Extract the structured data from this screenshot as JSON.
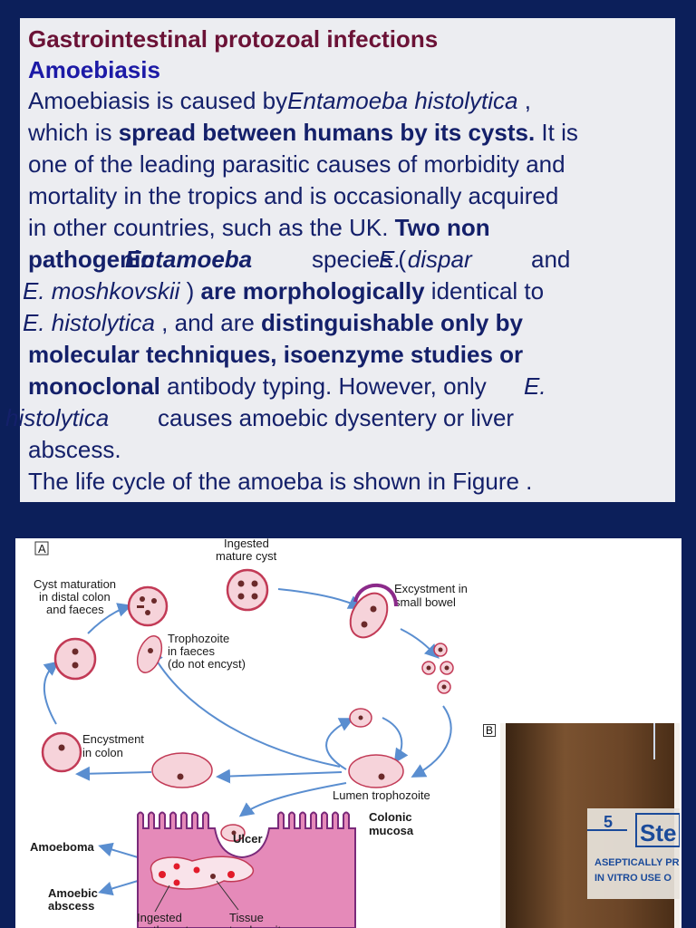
{
  "text": {
    "title": "Gastrointestinal protozoal infections",
    "subtitle": "Amoebiasis",
    "line1a": "Amoebiasis is caused by",
    "line1b": "Entamoeba histolytica",
    "line1c": " ,",
    "line2a": "which is ",
    "line2b": "spread between humans by its cysts.",
    "line2c": " It is",
    "line3": "one of the leading parasitic causes of morbidity and",
    "line4": "mortality in the tropics and is occasionally acquired",
    "line5a": "in other countries, such as the UK. ",
    "line5b": "Two non",
    "line6a": "pathogenic",
    "line6b": "Entamoeba",
    "line6c": "species (",
    "line6d": "E. dispar",
    "line6e": "and",
    "line7a": "E. moshkovskii",
    "line7b": " ) ",
    "line7c": "are morphologically",
    "line7d": " identical to",
    "line8a": "E. histolytica",
    "line8b": " , and are ",
    "line8c": "distinguishable only by",
    "line9": "molecular techniques, isoenzyme studies or",
    "line10a": "monoclonal",
    "line10b": " antibody typing. However, only ",
    "line10c": "E.",
    "line11a": "histolytica",
    "line11b": "causes amoebic dysentery or liver",
    "line12": "abscess.",
    "line13": "The life cycle of the amoeba is shown in Figure ."
  },
  "figure_a": {
    "panel_label": "A",
    "ingested_cyst": [
      "Ingested",
      "mature cyst"
    ],
    "cyst_maturation": [
      "Cyst maturation",
      "in distal colon",
      "and faeces"
    ],
    "excystment": [
      "Excystment in",
      "small bowel"
    ],
    "trophozoite_faeces": [
      "Trophozoite",
      "in faeces",
      "(do not encyst)"
    ],
    "encystment": [
      "Encystment",
      "in colon"
    ],
    "lumen_trophozoite": "Lumen trophozoite",
    "colonic_mucosa": [
      "Colonic",
      "mucosa"
    ],
    "ulcer": "Ulcer",
    "amoeboma": "Amoeboma",
    "amoebic_abscess": [
      "Amoebic",
      "abscess"
    ],
    "ingested_erythrocytes": [
      "Ingested",
      "erythrocytes"
    ],
    "tissue_trophozoite": [
      "Tissue",
      "trophozoite"
    ]
  },
  "figure_b": {
    "panel_label": "B",
    "scale_number": "5",
    "brand": "Ste",
    "label_line1": "ASEPTICALLY PR",
    "label_line2": "IN VITRO USE O"
  },
  "colors": {
    "background": "#0c1f5a",
    "panel": "#ecedf1",
    "heading": "#6b1236",
    "subheading": "#1c1aa6",
    "body_text": "#14206a",
    "mucosa": "#e58ab9",
    "arrows": "#5a8ed0"
  }
}
